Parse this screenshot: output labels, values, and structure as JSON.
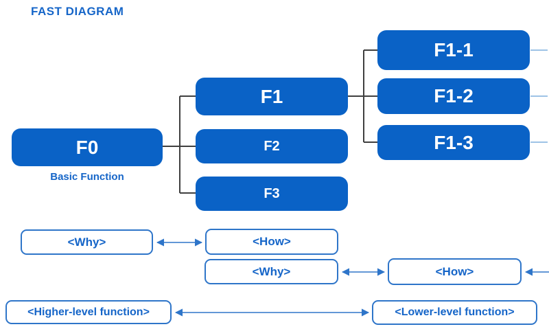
{
  "title": "FAST DIAGRAM",
  "tree": {
    "f0": {
      "label": "F0",
      "caption": "Basic Function"
    },
    "level2": [
      {
        "label": "F1"
      },
      {
        "label": "F2"
      },
      {
        "label": "F3"
      }
    ],
    "level3": [
      {
        "label": "F1-1"
      },
      {
        "label": "F1-2"
      },
      {
        "label": "F1-3"
      }
    ]
  },
  "legend": {
    "why1": "<Why>",
    "how1": "<How>",
    "why2": "<Why>",
    "how2": "<How>",
    "higher": "<Higher-level function>",
    "lower": "<Lower-level function>"
  },
  "colors": {
    "box_fill": "#0a62c6",
    "box_text": "#ffffff",
    "label_text": "#1565c8",
    "connector_dark": "#3f3f3f",
    "arrow_blue": "#2e75c9",
    "stub_light_blue": "#9dc3e6"
  }
}
